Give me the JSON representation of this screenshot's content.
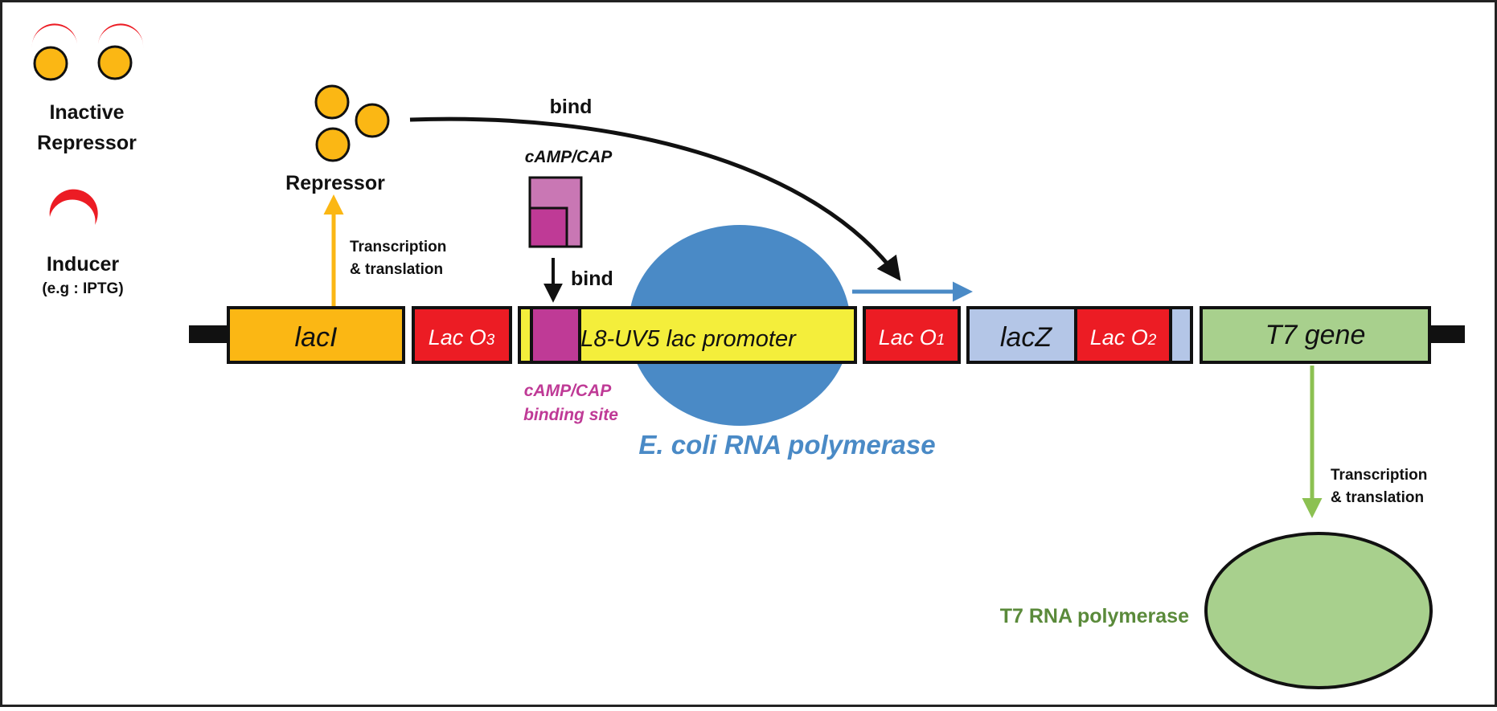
{
  "legend": {
    "inactive_repressor": {
      "line1": "Inactive",
      "line2": "Repressor"
    },
    "inducer": {
      "line1": "Inducer",
      "line2": "(e.g : IPTG)"
    }
  },
  "repressor_label": "Repressor",
  "transcription_left": {
    "line1": "Transcription",
    "line2": "& translation"
  },
  "transcription_right": {
    "line1": "Transcription",
    "line2": "& translation"
  },
  "bind_top": "bind",
  "bind_cap": "bind",
  "camp_cap_label": "cAMP/CAP",
  "binding_site": {
    "line1": "cAMP/CAP",
    "line2": "binding site"
  },
  "ecoli_rnap_label": "E. coli RNA polymerase",
  "t7_rnap_label": "T7 RNA polymerase",
  "segments": {
    "laci": "lacI",
    "laco3_main": "Lac O",
    "laco3_sub": "3",
    "promoter": "L8-UV5 lac promoter",
    "laco1_main": "Lac O",
    "laco1_sub": "1",
    "lacz": "lacZ",
    "laco2_main": "Lac O",
    "laco2_sub": "2",
    "t7gene": "T7 gene"
  },
  "colors": {
    "laci": "#fbb714",
    "lac_operator": "#ec1c24",
    "promoter": "#f4ee3b",
    "cap_site": "#bf3a96",
    "cap_light": "#c977b4",
    "lacz": "#b4c6e7",
    "t7gene": "#a8d08d",
    "ecoli_rnap": "#4a8ac6",
    "t7_rnap": "#a8d08d",
    "inducer_red": "#ec1c24",
    "repressor_yellow": "#fbb714",
    "arrow_orange": "#fbb714",
    "arrow_green": "#8cc152",
    "arrow_blue": "#4a8ac6"
  }
}
